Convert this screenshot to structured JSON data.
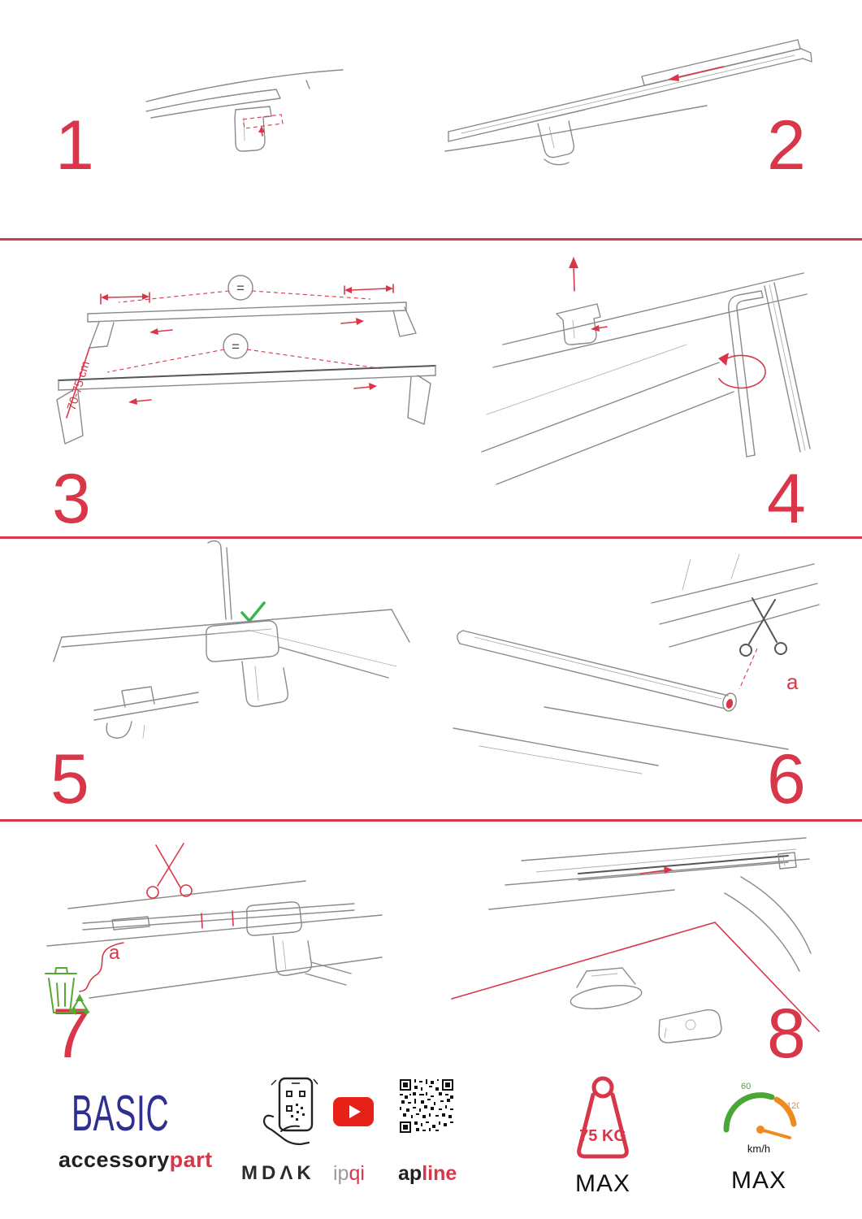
{
  "colors": {
    "accent_red": "#d8374a",
    "sketch_gray": "#8a8a8a",
    "check_green": "#3bb54a",
    "bin_green": "#56a832",
    "brand_blue": "#2f2f91",
    "youtube_red": "#e62117",
    "speed_green": "#4aa635",
    "speed_orange": "#ef8a1d"
  },
  "steps": [
    {
      "number": "1"
    },
    {
      "number": "2"
    },
    {
      "number": "3"
    },
    {
      "number": "4"
    },
    {
      "number": "5"
    },
    {
      "number": "6"
    },
    {
      "number": "7"
    },
    {
      "number": "8"
    }
  ],
  "step3": {
    "equals": "=",
    "measure": "70-75 cm"
  },
  "step6": {
    "label": "a"
  },
  "step7": {
    "label": "a"
  },
  "footer": {
    "brand": "BASIC",
    "brand_sub_black": "accessory",
    "brand_sub_red": "part",
    "mdak": "MDΛK",
    "ipqi_gray": "ip",
    "ipqi_red": "qi",
    "apline_black": "ap",
    "apline_red": "line",
    "weight_value": "75 KG",
    "weight_max": "MAX",
    "speed_60": "60",
    "speed_120": "120",
    "speed_unit": "km/h",
    "speed_max": "MAX"
  }
}
